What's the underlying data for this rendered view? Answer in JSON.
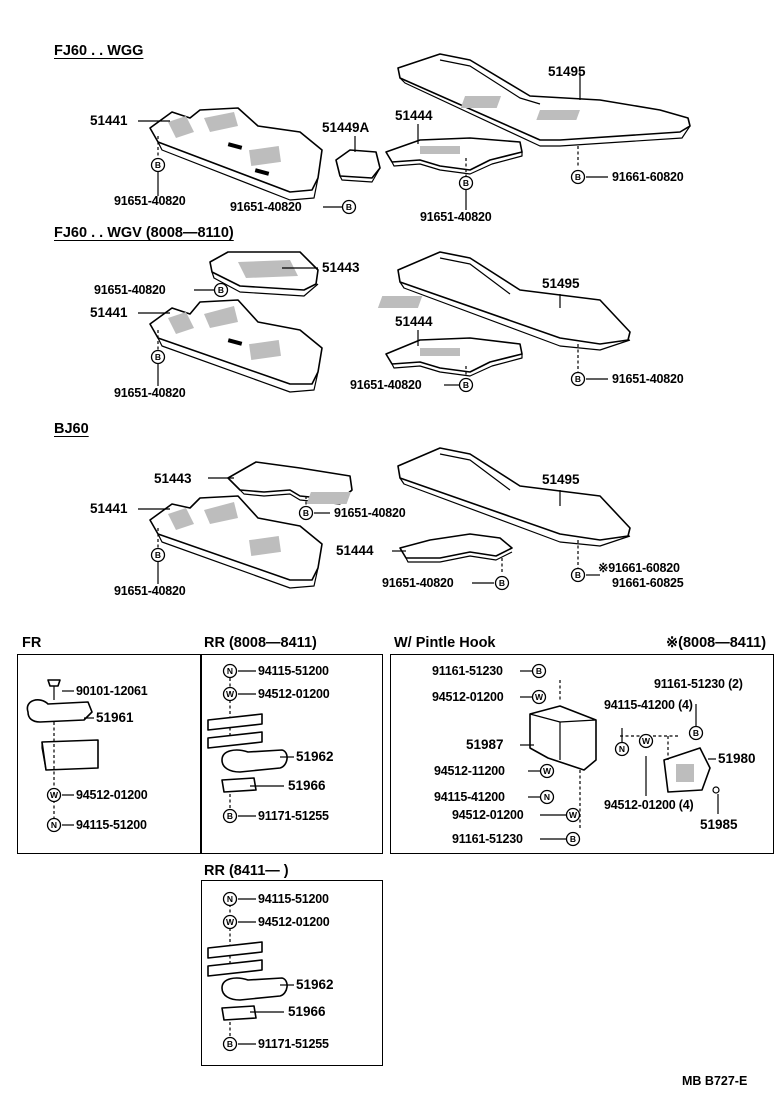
{
  "sections": {
    "fj60_wgg": "FJ60 . . WGG",
    "fj60_wgv": "FJ60 . . WGV (8008—8110)",
    "bj60": "BJ60"
  },
  "parts": {
    "s1_51495": "51495",
    "s1_51441": "51441",
    "s1_51449a": "51449A",
    "s1_51444": "51444",
    "s1_b_left": "91651-40820",
    "s1_b_mid": "91651-40820",
    "s1_b_51444": "91651-40820",
    "s1_b_right": "91661-60820",
    "s2_51443": "51443",
    "s2_b_51443": "91651-40820",
    "s2_51441": "51441",
    "s2_b_51441": "91651-40820",
    "s2_51495": "51495",
    "s2_51444": "51444",
    "s2_b_51444": "91651-40820",
    "s2_b_right": "91651-40820",
    "s3_51443": "51443",
    "s3_b_51443": "91651-40820",
    "s3_51495": "51495",
    "s3_51441": "51441",
    "s3_51444": "51444",
    "s3_b_51444": "91651-40820",
    "s3_b_51441": "91651-40820",
    "s3_b_right1": "※91661-60820",
    "s3_b_right2": "91661-60825"
  },
  "boxes": {
    "fr": {
      "title": "FR",
      "bolt": "90101-12061",
      "hook": "51961",
      "washer": "94512-01200",
      "nut": "94115-51200"
    },
    "rr1": {
      "title": "RR (8008—8411)",
      "nut": "94115-51200",
      "washer": "94512-01200",
      "hook": "51962",
      "plate": "51966",
      "bolt": "91171-51255"
    },
    "pintle": {
      "title": "W/ Pintle Hook",
      "note": "※(8008—8411)",
      "p1": "91161-51230",
      "p2": "94512-01200",
      "p3": "94115-41200 (4)",
      "p4": "91161-51230 (2)",
      "p5": "51987",
      "p6": "51980",
      "p7": "94512-11200",
      "p8": "94115-41200",
      "p9": "94512-01200",
      "p10": "91161-51230",
      "p11": "94512-01200 (4)",
      "p12": "51985"
    },
    "rr2": {
      "title": "RR (8411—        )",
      "nut": "94115-51200",
      "washer": "94512-01200",
      "hook": "51962",
      "plate": "51966",
      "bolt": "91171-51255"
    }
  },
  "badges": {
    "b": "B",
    "n": "N",
    "w": "W"
  },
  "footer": "MB  B727-E"
}
